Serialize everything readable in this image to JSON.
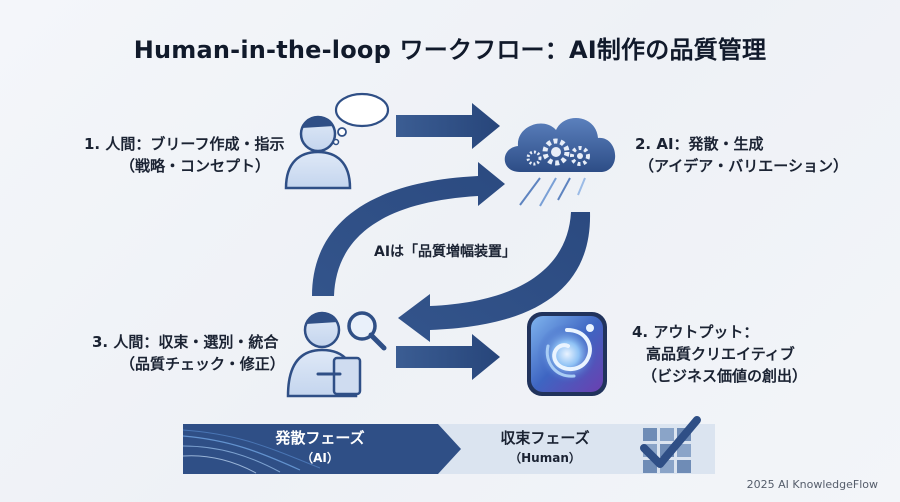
{
  "title": "Human-in-the-loop ワークフロー：AI制作の品質管理",
  "nodes": {
    "step1": {
      "line1": "1. 人間：ブリーフ作成・指示",
      "line2": "（戦略・コンセプト）"
    },
    "step2": {
      "line1": "2. AI：発散・生成",
      "line2": "（アイデア・バリエーション）"
    },
    "step3": {
      "line1": "3. 人間：収束・選別・統合",
      "line2": "（品質チェック・修正）"
    },
    "step4": {
      "line1": "4. アウトプット：",
      "line2": "高品質クリエイティブ",
      "line3": "（ビジネス価値の創出）"
    }
  },
  "center_label": "AIは「品質増幅装置」",
  "phases": {
    "divergent": {
      "name": "発散フェーズ",
      "actor": "（AI）"
    },
    "convergent": {
      "name": "収束フェーズ",
      "actor": "（Human）"
    }
  },
  "footer": "2025 AI KnowledgeFlow",
  "icons": [
    "thinking-person-icon",
    "cloud-gears-icon",
    "person-magnifier-tablet-icon",
    "swirl-app-icon",
    "checkmark-grid-icon"
  ],
  "colors": {
    "primary": "#2f4f86",
    "dark": "#1f3a68",
    "accent": "#4a6fa8",
    "bar_light": "#dbe4f0"
  }
}
